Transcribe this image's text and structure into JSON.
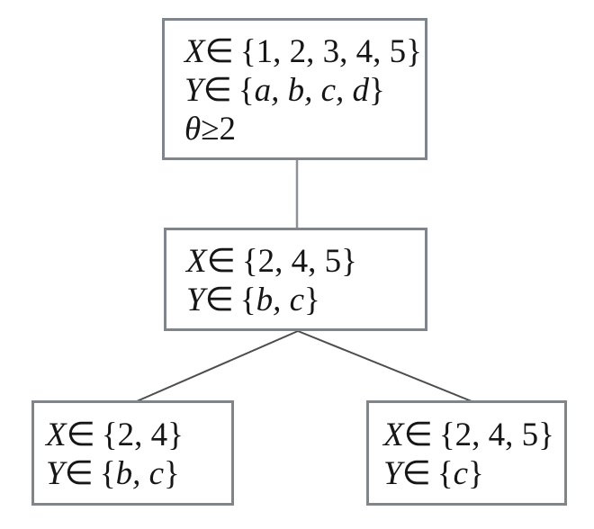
{
  "diagram": {
    "type": "tree",
    "description": "Constraint tree with root, one middle node, and two leaf nodes",
    "colors": {
      "background": "#ffffff",
      "box_border": "#80858c",
      "text": "#161616",
      "connector_vertical": "#8e9298",
      "connector_diagonal": "#4d4d4d"
    },
    "nodes": {
      "root": {
        "lines": [
          {
            "var": "X",
            "rel": "∈",
            "open": "{",
            "items": "1, 2, 3, 4, 5",
            "close": "}"
          },
          {
            "var": "Y",
            "rel": "∈",
            "open": "{",
            "items": "a, b, c, d",
            "close": "}"
          },
          {
            "var": "θ",
            "rel": "≥",
            "open": "",
            "items": "2",
            "close": ""
          }
        ]
      },
      "middle": {
        "lines": [
          {
            "var": "X",
            "rel": "∈",
            "open": "{",
            "items": "2, 4, 5",
            "close": "}"
          },
          {
            "var": "Y",
            "rel": "∈",
            "open": "{",
            "items": "b, c",
            "close": "}"
          }
        ]
      },
      "bottom_left": {
        "lines": [
          {
            "var": "X",
            "rel": "∈",
            "open": "{",
            "items": "2, 4",
            "close": "}"
          },
          {
            "var": "Y",
            "rel": "∈",
            "open": "{",
            "items": "b, c",
            "close": "}"
          }
        ]
      },
      "bottom_right": {
        "lines": [
          {
            "var": "X",
            "rel": "∈",
            "open": "{",
            "items": "2, 4, 5",
            "close": "}"
          },
          {
            "var": "Y",
            "rel": "∈",
            "open": "{",
            "items": "c",
            "close": "}"
          }
        ]
      }
    },
    "edges": [
      {
        "from": "root",
        "to": "middle"
      },
      {
        "from": "middle",
        "to": "bottom_left"
      },
      {
        "from": "middle",
        "to": "bottom_right"
      }
    ]
  }
}
